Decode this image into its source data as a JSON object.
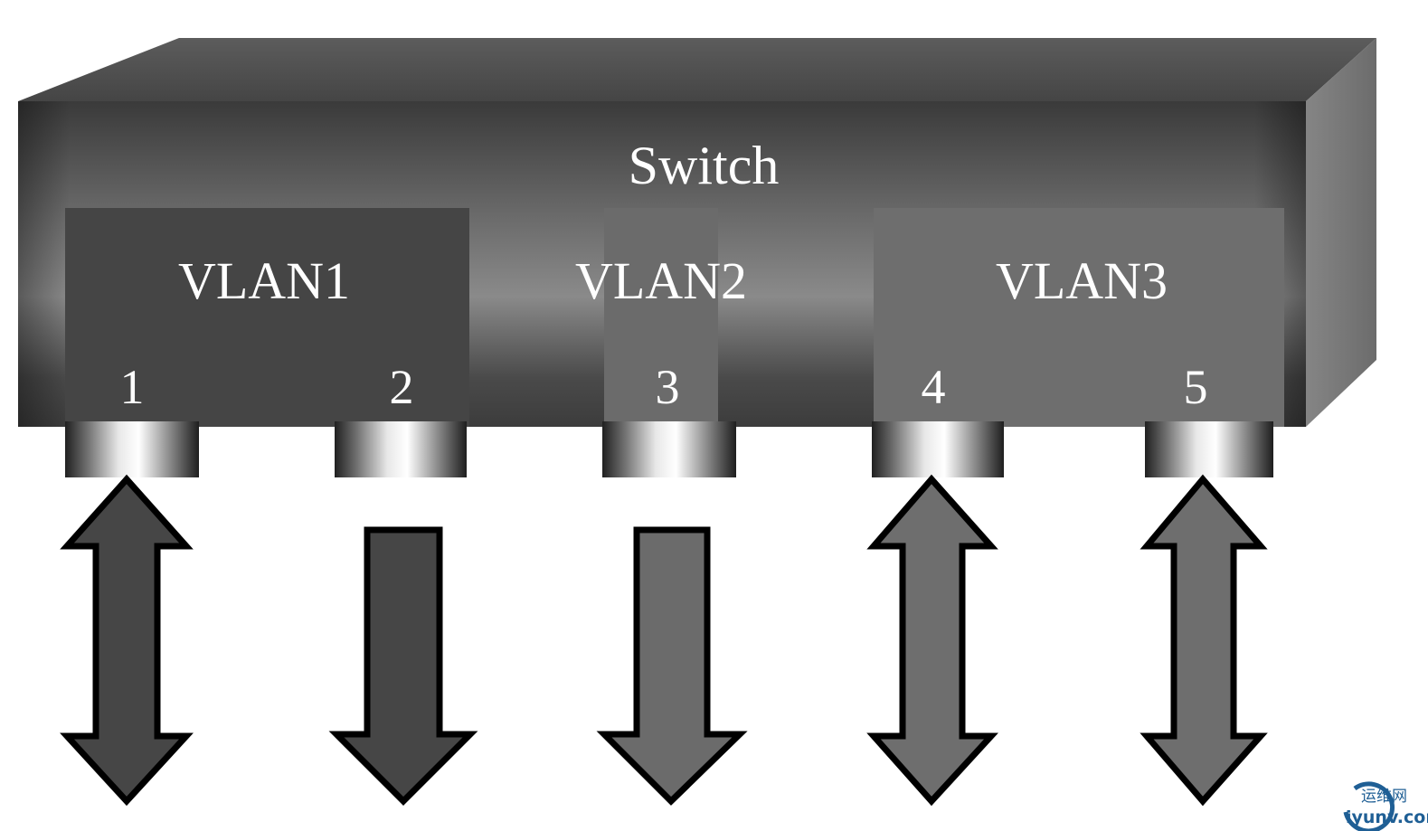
{
  "diagram": {
    "switch_label": "Switch",
    "vlans": [
      {
        "label": "VLAN1",
        "color": "#454545"
      },
      {
        "label": "VLAN2",
        "color": "#6b6b6b"
      },
      {
        "label": "VLAN3",
        "color": "#6e6e6e"
      }
    ],
    "ports": [
      {
        "number": "1",
        "vlan": "VLAN1",
        "direction": "bidirectional",
        "arrow_color": "#464646"
      },
      {
        "number": "2",
        "vlan": "VLAN1",
        "direction": "outbound",
        "arrow_color": "#464646"
      },
      {
        "number": "3",
        "vlan": "VLAN2",
        "direction": "outbound",
        "arrow_color": "#6b6b6b"
      },
      {
        "number": "4",
        "vlan": "VLAN3",
        "direction": "bidirectional",
        "arrow_color": "#6e6e6e"
      },
      {
        "number": "5",
        "vlan": "VLAN3",
        "direction": "bidirectional",
        "arrow_color": "#6e6e6e"
      }
    ]
  },
  "watermark": {
    "line1": "运维网",
    "line2": "iyunv.com",
    "color": "#1f5f95"
  }
}
